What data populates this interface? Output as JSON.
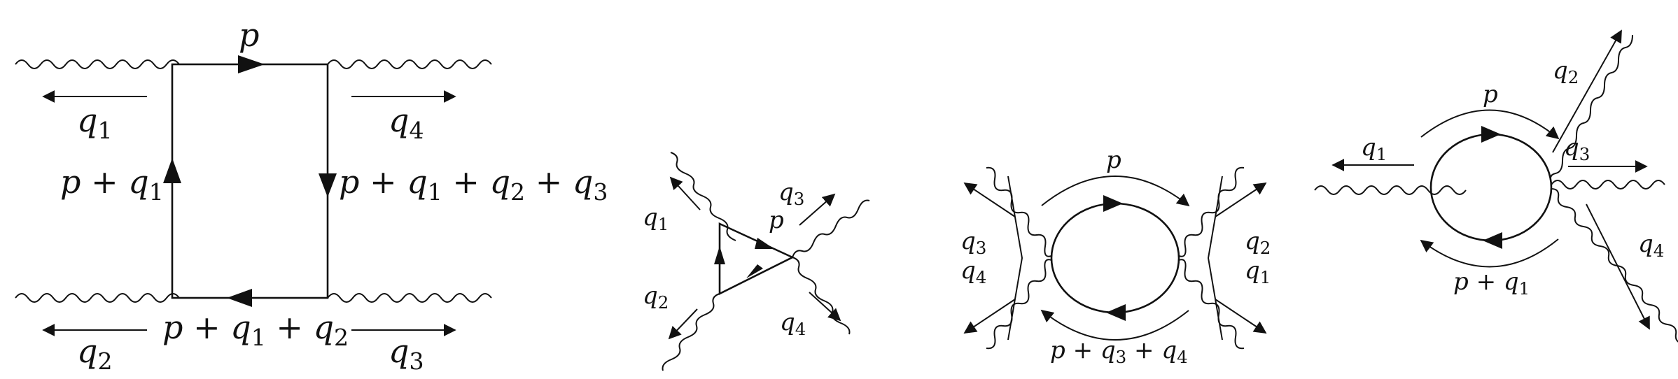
{
  "diagrams": {
    "box": {
      "top": "p",
      "left": "p + q1",
      "right": "p + q1 + q2 + q3",
      "bottom": "p + q1 + q2",
      "q1": "q1",
      "q2": "q2",
      "q3": "q3",
      "q4": "q4"
    },
    "triangle": {
      "p": "p",
      "q1": "q1",
      "q2": "q2",
      "q3": "q3",
      "q4": "q4"
    },
    "bubble_s": {
      "top": "p",
      "bottom": "p + q3 + q4",
      "left_top": "q3",
      "left_bottom": "q4",
      "right_top": "q2",
      "right_bottom": "q1"
    },
    "bubble_t": {
      "top": "p",
      "bottom": "p + q1",
      "q1": "q1",
      "q2": "q2",
      "q3": "q3",
      "q4": "q4"
    }
  }
}
